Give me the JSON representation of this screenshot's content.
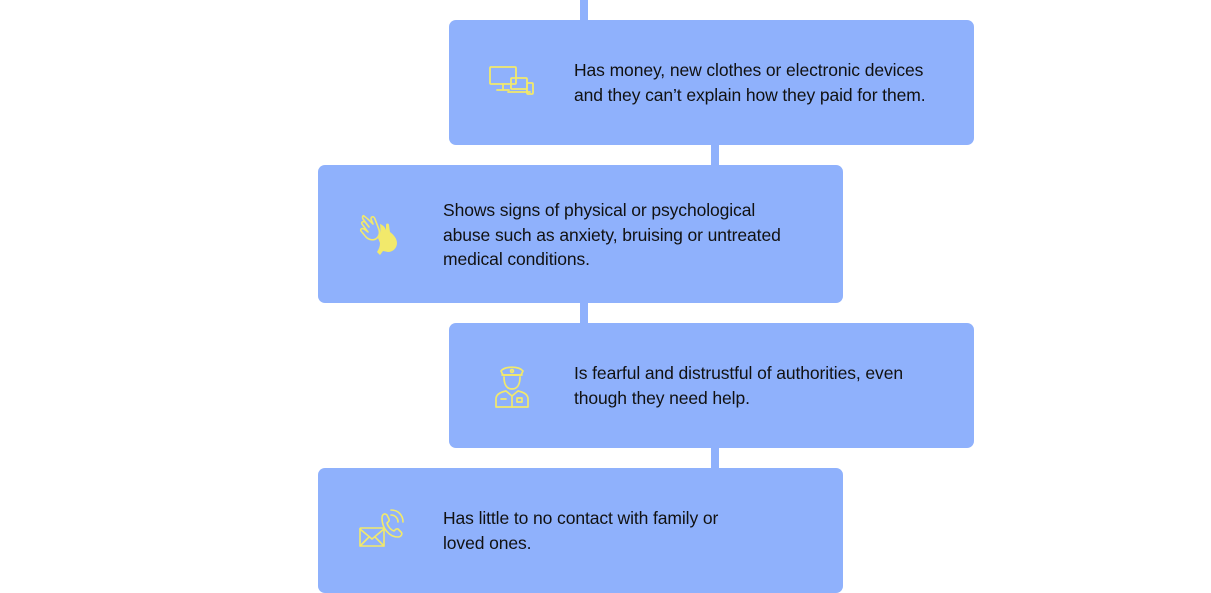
{
  "colors": {
    "card_background": "#8fb1fc",
    "icon_color": "#f2e96b",
    "text_color": "#111111",
    "page_background": "#ffffff"
  },
  "steps": [
    {
      "icon": "devices-icon",
      "text": "Has money, new clothes or electronic devices and they can’t explain how they paid for them."
    },
    {
      "icon": "hands-icon",
      "text": "Shows signs of physical or psychological abuse such as anxiety, bruising or untreated medical conditions."
    },
    {
      "icon": "police-officer-icon",
      "text": "Is fearful and distrustful of authorities, even though they need help."
    },
    {
      "icon": "contact-icon",
      "text": "Has little to no contact with family or loved ones."
    }
  ]
}
